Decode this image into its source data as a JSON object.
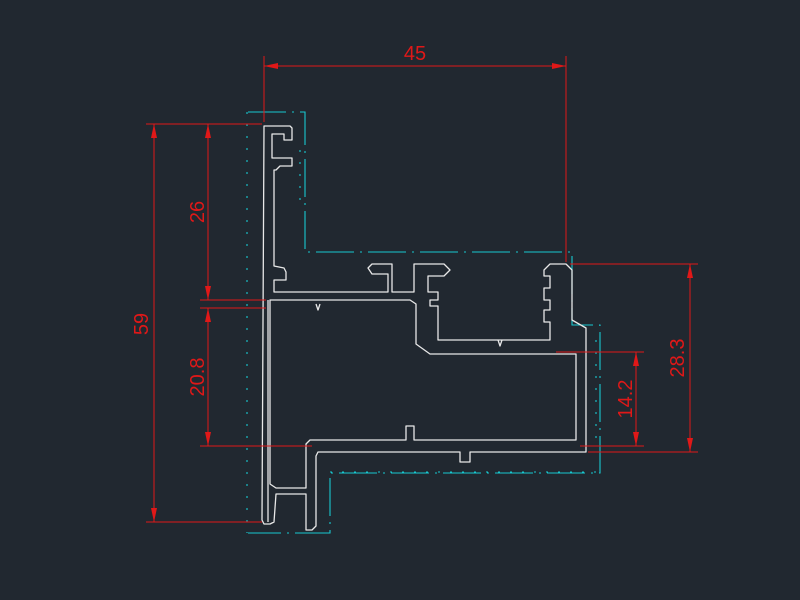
{
  "drawing": {
    "background": "#212830",
    "colors": {
      "dimension": "#e01818",
      "profile": "#e8e8e8",
      "hidden_line": "#18c8d0"
    }
  },
  "dimensions": {
    "width_top": "45",
    "height_total": "59",
    "height_upper": "26",
    "height_lower": "20.8",
    "height_right": "28.3",
    "height_right_inner": "14.2"
  }
}
